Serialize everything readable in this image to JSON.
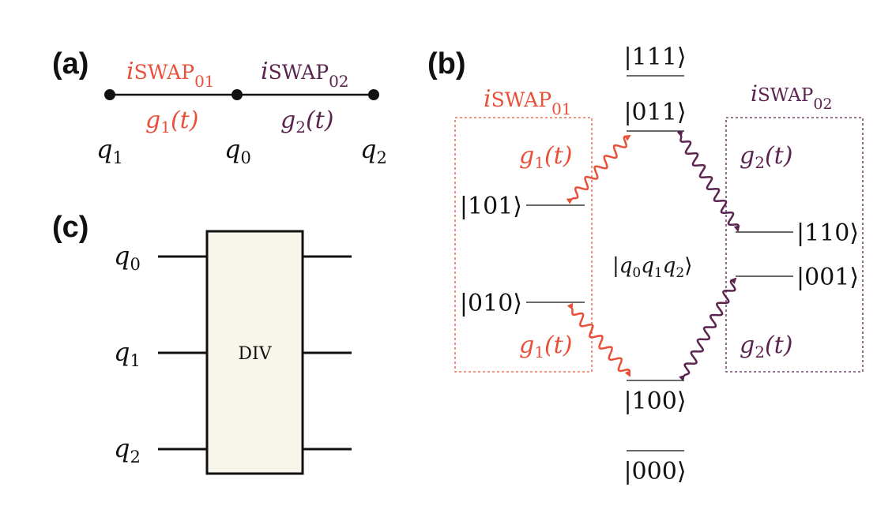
{
  "colors": {
    "red": "#e8503a",
    "purple": "#5b2450",
    "black": "#111111",
    "gate_fill": "#f8f5ea"
  },
  "panel_a": {
    "label": "(a)",
    "gate_left": {
      "italic": "i",
      "name": "SWAP",
      "sub": "01"
    },
    "gate_right": {
      "italic": "i",
      "name": "SWAP",
      "sub": "02"
    },
    "coupling_left": {
      "g": "g",
      "sub": "1",
      "arg": "(t)"
    },
    "coupling_right": {
      "g": "g",
      "sub": "2",
      "arg": "(t)"
    },
    "qubits": [
      {
        "q": "q",
        "sub": "1"
      },
      {
        "q": "q",
        "sub": "0"
      },
      {
        "q": "q",
        "sub": "2"
      }
    ]
  },
  "panel_b": {
    "label": "(b)",
    "left_box_title": {
      "italic": "i",
      "name": "SWAP",
      "sub": "01"
    },
    "right_box_title": {
      "italic": "i",
      "name": "SWAP",
      "sub": "02"
    },
    "levels": {
      "s111": "|111⟩",
      "s011": "|011⟩",
      "s101": "|101⟩",
      "s010": "|010⟩",
      "s110": "|110⟩",
      "s001": "|001⟩",
      "s100": "|100⟩",
      "s000": "|000⟩"
    },
    "center_label": {
      "open": "|",
      "q": "q",
      "subs": [
        "0",
        "1",
        "2"
      ],
      "close": "⟩"
    },
    "coupling_labels": [
      {
        "g": "g",
        "sub": "1",
        "arg": "(t)",
        "color": "red"
      },
      {
        "g": "g",
        "sub": "2",
        "arg": "(t)",
        "color": "purple"
      },
      {
        "g": "g",
        "sub": "1",
        "arg": "(t)",
        "color": "red"
      },
      {
        "g": "g",
        "sub": "2",
        "arg": "(t)",
        "color": "purple"
      }
    ]
  },
  "panel_c": {
    "label": "(c)",
    "gate_label": "DIV",
    "qubits": [
      {
        "q": "q",
        "sub": "0"
      },
      {
        "q": "q",
        "sub": "1"
      },
      {
        "q": "q",
        "sub": "2"
      }
    ]
  }
}
